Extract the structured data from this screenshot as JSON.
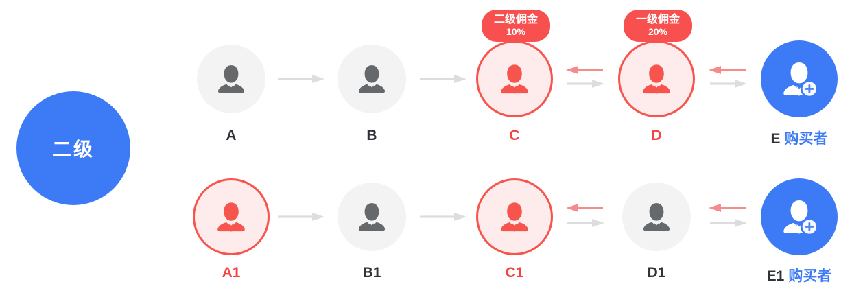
{
  "diagram": {
    "title_circle": {
      "label": "二级"
    },
    "colors": {
      "brand_blue": "#3d7bf6",
      "accent_red": "#f8544e",
      "badge_red": "#f7504f",
      "pink_fill": "#fdeceb",
      "gray_fill": "#f3f3f4",
      "person_gray": "#65696c",
      "arrow_gray": "#dcdddf",
      "arrow_red": "#f58c8c",
      "label_dark": "#2f3338",
      "buyer_blue": "#3d7bf6"
    },
    "rows": [
      {
        "nodes": [
          {
            "label": "A",
            "type": "gray"
          },
          {
            "label": "B",
            "type": "gray"
          },
          {
            "label": "C",
            "type": "red",
            "badge": {
              "title": "二级佣金",
              "value": "10%"
            }
          },
          {
            "label": "D",
            "type": "red",
            "badge": {
              "title": "一级佣金",
              "value": "20%"
            }
          },
          {
            "label": "E",
            "type": "blue",
            "suffix": "购买者"
          }
        ]
      },
      {
        "nodes": [
          {
            "label": "A1",
            "type": "red"
          },
          {
            "label": "B1",
            "type": "gray"
          },
          {
            "label": "C1",
            "type": "red"
          },
          {
            "label": "D1",
            "type": "gray"
          },
          {
            "label": "E1",
            "type": "blue",
            "suffix": "购买者"
          }
        ]
      }
    ]
  }
}
